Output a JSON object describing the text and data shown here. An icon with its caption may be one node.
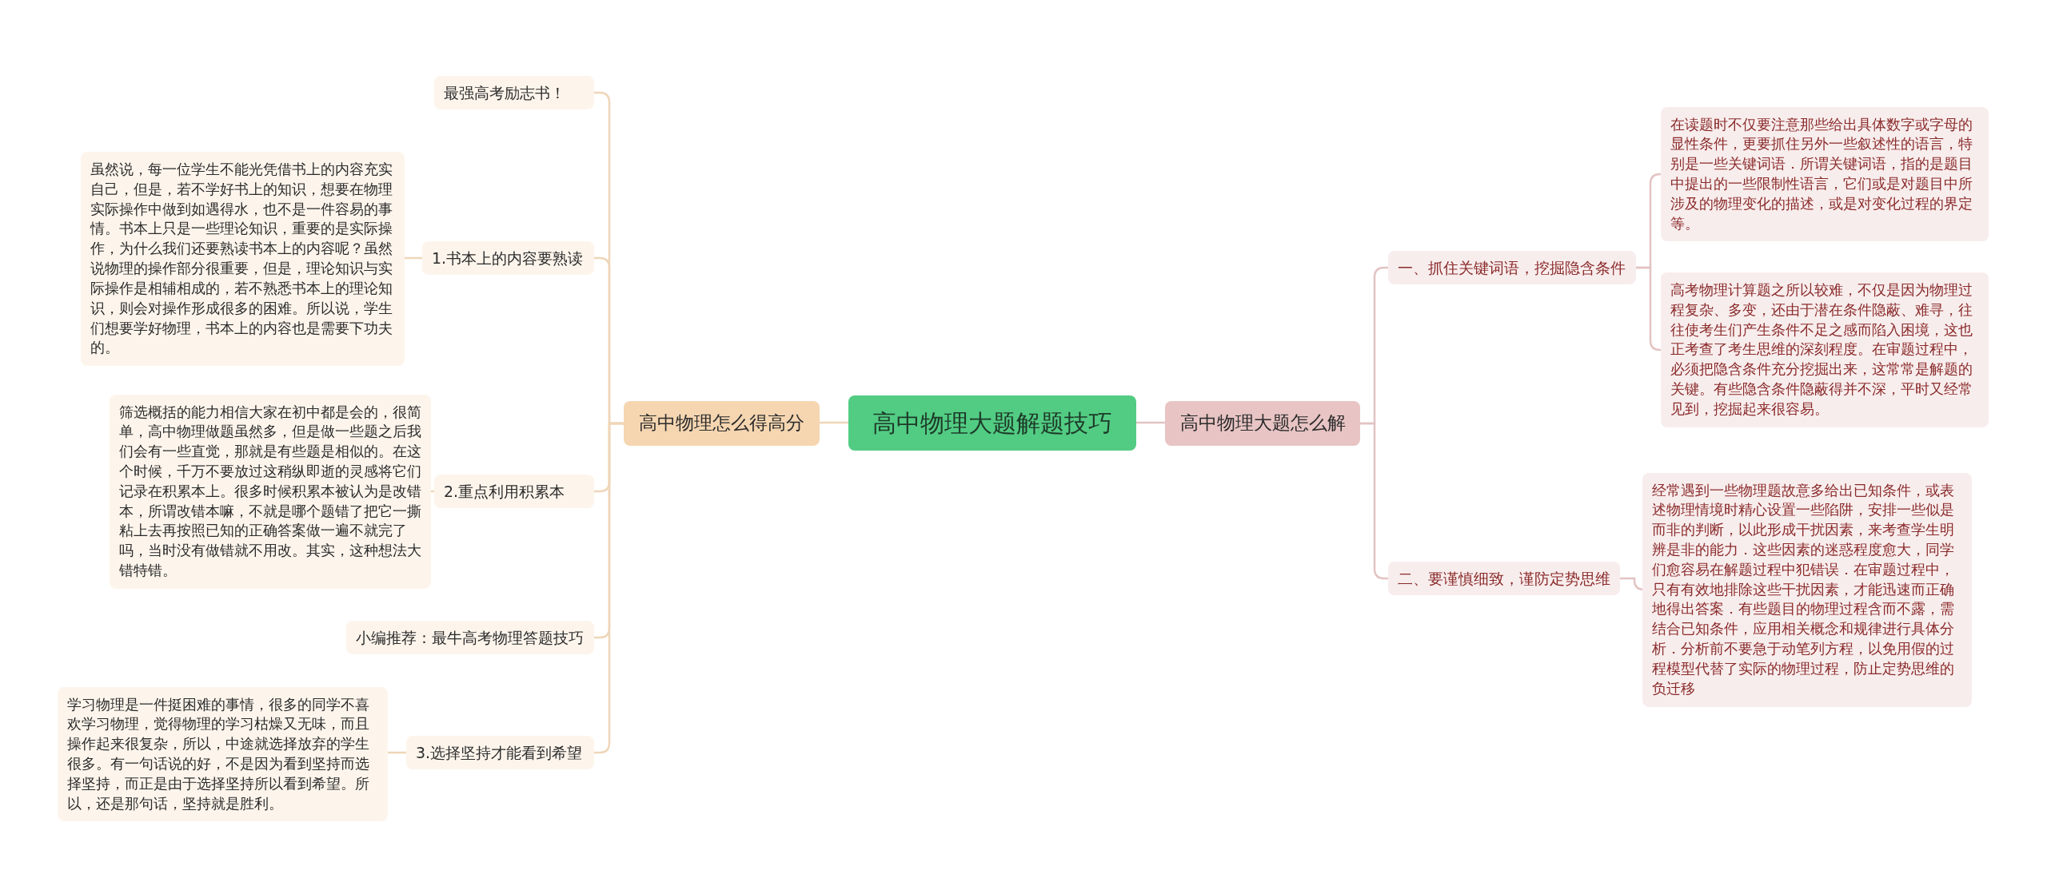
{
  "diagram": {
    "nodes": [
      {
        "text": [
          "高中物理大题解题技巧"
        ]
      },
      {
        "text": [
          "高中物理怎么得高分"
        ]
      },
      {
        "text": [
          "高中物理大题怎么解"
        ]
      },
      {
        "text": [
          "最强高考励志书！"
        ]
      },
      {
        "text": [
          "1.书本上的内容要熟读"
        ]
      },
      {
        "text": [
          "虽然说，每一位学生不能光凭借书上的内容充实自己，但是，若不学好书上的知识，想要在物理实际操作中做到如遇得水，也不是一件容易的事情。书本上只是一些理论知识，重要的是实际操作，为什么我们还要熟读书本上的内容呢？虽然说物理的操作部分很重要，但是，理论知识与实际操作是相辅相成的，若不熟悉书本上的理论知识，则会对操作形成很多的困难。所以说，学生们想要学好物理，书本上的内容也是需要下功夫的。"
        ]
      },
      {
        "text": [
          "2.重点利用积累本"
        ]
      },
      {
        "text": [
          "筛选概括的能力相信大家在初中都是会的，很简单，高中物理做题虽然多，但是做一些题之后我们会有一些直觉，那就是有些题是相似的。在这个时候，千万不要放过这稍纵即逝的灵感将它们记录在积累本上。很多时候积累本被认为是改错本，所谓改错本嘛，不就是哪个题错了把它一撕粘上去再按照已知的正确答案做一遍不就完了吗，当时没有做错就不用改。其实，这种想法大错特错。"
        ]
      },
      {
        "text": [
          "小编推荐：最牛高考物理答题技巧"
        ]
      },
      {
        "text": [
          "3.选择坚持才能看到希望"
        ]
      },
      {
        "text": [
          "学习物理是一件挺困难的事情，很多的同学不喜欢学习物理，觉得物理的学习枯燥又无味，而且操作起来很复杂，所以，中途就选择放弃的学生很多。有一句话说的好，不是因为看到坚持而选择坚持，而正是由于选择坚持所以看到希望。所以，还是那句话，坚持就是胜利。"
        ]
      },
      {
        "text": [
          "一、抓住关键词语，挖掘隐含条件"
        ]
      },
      {
        "text": [
          "在读题时不仅要注意那些给出具体数字或字母的显性条件，更要抓住另外一些叙述性的语言，特别是一些关键词语．所谓关键词语，指的是题目中提出的一些限制性语言，它们或是对题目中所涉及的物理变化的描述，或是对变化过程的界定等。"
        ]
      },
      {
        "text": [
          "高考物理计算题之所以较难，不仅是因为物理过程复杂、多变，还由于潜在条件隐蔽、难寻，往往使考生们产生条件不足之感而陷入困境，这也正考查了考生思维的深刻程度。在审题过程中，必须把隐含条件充分挖掘出来，这常常是解题的关键。有些隐含条件隐蔽得并不深，平时又经常见到，挖掘起来很容易。"
        ]
      },
      {
        "text": [
          "二、要谨慎细致，谨防定势思维"
        ]
      },
      {
        "text": [
          "经常遇到一些物理题故意多给出已知条件，或表述物理情境时精心设置一些陷阱，安排一些似是而非的判断，以此形成干扰因素，来考查学生明辨是非的能力．这些因素的迷惑程度愈大，同学们愈容易在解题过程中犯错误．在审题过程中，只有有效地排除这些干扰因素，才能迅速而正确地得出答案．有些题目的物理过程含而不露，需结合已知条件，应用相关概念和规律进行具体分析．分析前不要急于动笔列方程，以免用假的过程模型代替了实际的物理过程，防止定势思维的负迁移"
        ]
      }
    ],
    "edges": [
      {
        "from": 0,
        "to": 1,
        "arrow": "none"
      },
      {
        "from": 1,
        "to": 3,
        "arrow": "none"
      },
      {
        "from": 1,
        "to": 4,
        "arrow": "none"
      },
      {
        "from": 4,
        "to": 5,
        "arrow": "none"
      },
      {
        "from": 1,
        "to": 6,
        "arrow": "none"
      },
      {
        "from": 6,
        "to": 7,
        "arrow": "none"
      },
      {
        "from": 1,
        "to": 8,
        "arrow": "none"
      },
      {
        "from": 1,
        "to": 9,
        "arrow": "none"
      },
      {
        "from": 9,
        "to": 10,
        "arrow": "none"
      },
      {
        "from": 0,
        "to": 2,
        "arrow": "none",
        "color": "#e3c3c3"
      },
      {
        "from": 2,
        "to": 11,
        "arrow": "none",
        "color": "#e3c3c3"
      },
      {
        "from": 11,
        "to": 12,
        "arrow": "none",
        "color": "#e3c3c3"
      },
      {
        "from": 11,
        "to": 13,
        "arrow": "none",
        "color": "#e3c3c3"
      },
      {
        "from": 2,
        "to": 14,
        "arrow": "none",
        "color": "#e3c3c3"
      },
      {
        "from": 14,
        "to": 15,
        "arrow": "none",
        "color": "#e3c3c3"
      }
    ]
  }
}
